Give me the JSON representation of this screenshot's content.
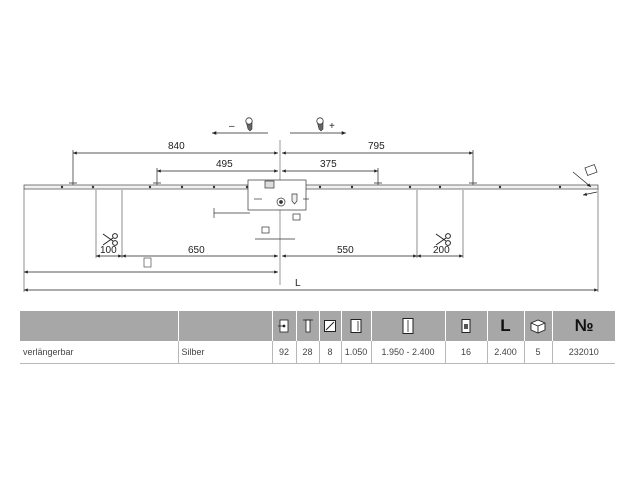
{
  "drawing": {
    "minus_label": "–",
    "plus_label": "+",
    "dim_840": "840",
    "dim_795": "795",
    "dim_495": "495",
    "dim_375": "375",
    "dim_650": "650",
    "dim_550": "550",
    "dim_100": "100",
    "dim_200": "200",
    "dim_L": "L"
  },
  "table": {
    "headers": [
      {
        "kind": "blank"
      },
      {
        "kind": "blank"
      },
      {
        "kind": "icon",
        "icon": "backset-icon"
      },
      {
        "kind": "icon",
        "icon": "faceplate-width-icon"
      },
      {
        "kind": "icon",
        "icon": "spindle-square-icon"
      },
      {
        "kind": "icon",
        "icon": "hinge-side-icon"
      },
      {
        "kind": "icon",
        "icon": "height-range-icon"
      },
      {
        "kind": "icon",
        "icon": "faceplate-section-icon"
      },
      {
        "kind": "text",
        "text": "L"
      },
      {
        "kind": "icon",
        "icon": "package-icon"
      },
      {
        "kind": "text",
        "text": "№"
      }
    ],
    "row": [
      "verlängerbar",
      "Silber",
      "92",
      "28",
      "8",
      "1.050",
      "1.950 - 2.400",
      "16",
      "2.400",
      "5",
      "232010"
    ],
    "accent_color": "#2a6fa8",
    "header_color": "#a7a7a7"
  }
}
